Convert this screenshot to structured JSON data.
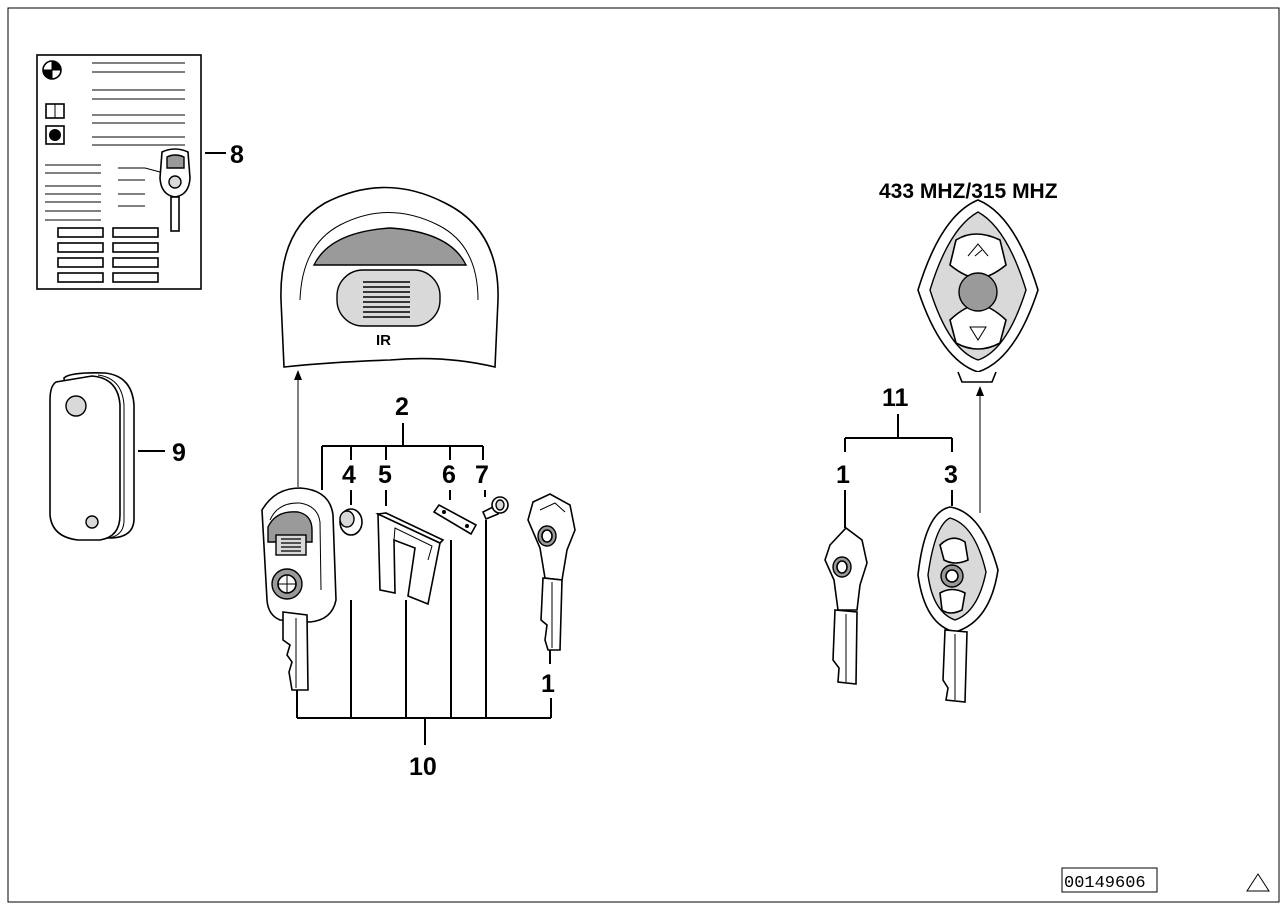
{
  "labels": {
    "l1": "1",
    "l2": "2",
    "l4": "4",
    "l5": "5",
    "l6": "6",
    "l7": "7",
    "l8": "8",
    "l9": "9",
    "l10": "10",
    "l11": "11",
    "r1": "1",
    "r3": "3"
  },
  "frequency": "433 MHZ/315 MHZ",
  "ir_label": "IR",
  "reference": "00149606",
  "icons": [
    "bmw-logo-icon",
    "warning-triangle-icon",
    "lock-icon",
    "unlock-icon",
    "trunk-icon"
  ]
}
